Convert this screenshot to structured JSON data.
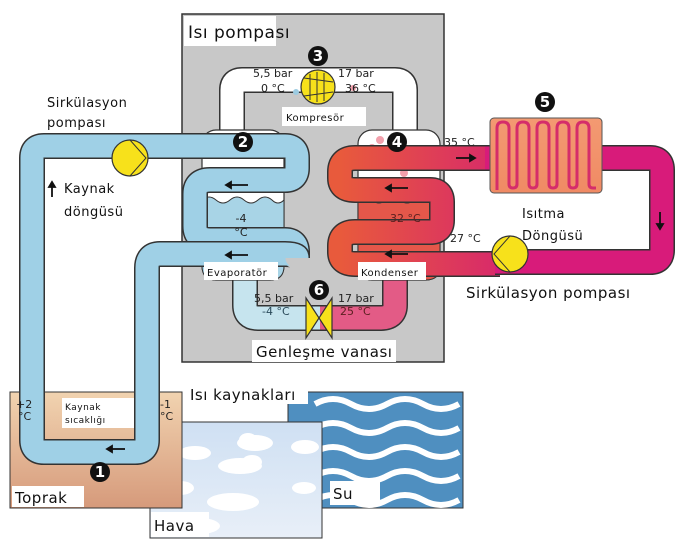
{
  "title": "Isı pompası",
  "labels": {
    "heat_pump": "Isı pompası",
    "source_pump": "Sirkülasyon pompası",
    "source_pump_line1": "Sirkülasyon",
    "source_pump_line2": "pompası",
    "source_loop_line1": "Kaynak",
    "source_loop_line2": "döngüsü",
    "compressor": "Kompresör",
    "evaporator": "Evaporatör",
    "condenser": "Kondenser",
    "expansion_valve": "Genleşme vanası",
    "heating_loop_line1": "Isıtma",
    "heating_loop_line2": "Döngüsü",
    "heating_pump": "Sirkülasyon pompası",
    "heat_sources": "Isı kaynakları",
    "source_temp_line1": "Kaynak",
    "source_temp_line2": "sıcaklığı",
    "ground": "Toprak",
    "air": "Hava",
    "water": "Su"
  },
  "numbers": [
    "1",
    "2",
    "3",
    "4",
    "5",
    "6"
  ],
  "readings": {
    "compressor_in_pressure": "5,5 bar",
    "compressor_in_temp": "0 °C",
    "compressor_out_pressure": "17 bar",
    "compressor_out_temp": "36 °C",
    "evaporator_temp_line1": "-4",
    "evaporator_temp_line2": "°C",
    "condenser_temp": "32 °C",
    "valve_in_pressure": "17 bar",
    "valve_in_temp": "25 °C",
    "valve_out_pressure": "5,5 bar",
    "valve_out_temp": "-4 °C",
    "heating_supply_temp": "35 °C",
    "heating_return_temp": "27 °C",
    "ground_in_temp_line1": "+2",
    "ground_in_temp_line2": "°C",
    "ground_out_temp_line1": "-1",
    "ground_out_temp_line2": "°C"
  },
  "colors": {
    "cold_pipe": "#9fd0e6",
    "hot_pipe": "#e2455a",
    "heating_pipe": "#d81b7a",
    "pump_yellow": "#f7e11b",
    "box_gray": "#c8c8c8",
    "water_blue": "#4f8fc0"
  }
}
